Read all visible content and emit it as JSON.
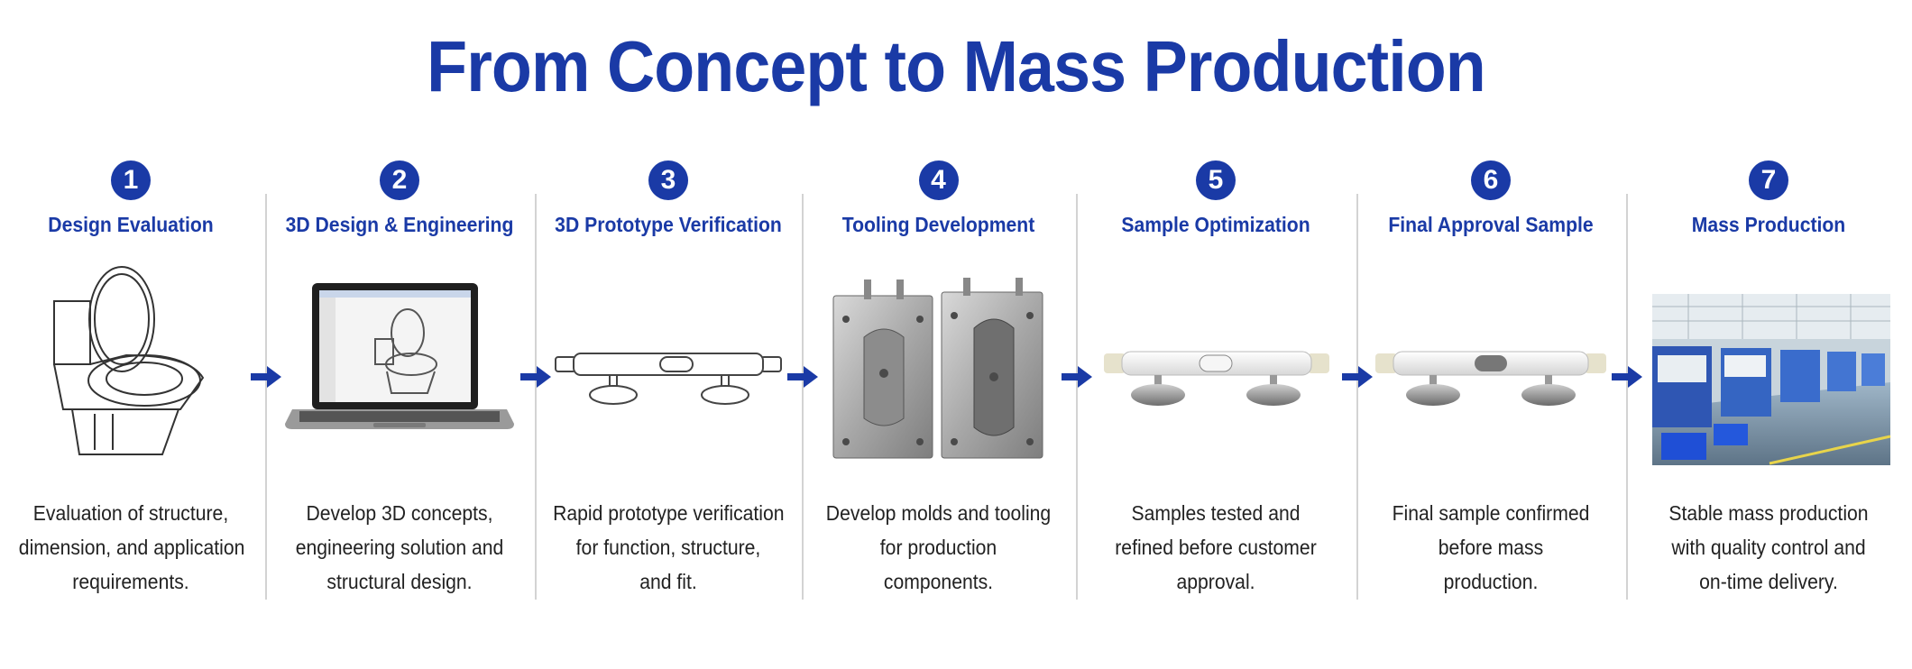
{
  "title": "From Concept to Mass Production",
  "colors": {
    "accent": "#1a3aa6",
    "divider": "#d3d3d3",
    "text": "#222222"
  },
  "steps": [
    {
      "number": "1",
      "label": "Design Evaluation",
      "icon": "toilet-sketch-icon",
      "description": [
        "Evaluation of structure,",
        "dimension, and application",
        "requirements."
      ]
    },
    {
      "number": "2",
      "label": "3D Design & Engineering",
      "icon": "laptop-cad-icon",
      "description": [
        "Develop 3D concepts,",
        "engineering solution and",
        "structural design."
      ]
    },
    {
      "number": "3",
      "label": "3D Prototype Verification",
      "icon": "prototype-bar-icon",
      "description": [
        "Rapid prototype verification",
        "for function, structure,",
        "and fit."
      ]
    },
    {
      "number": "4",
      "label": "Tooling Development",
      "icon": "mold-tooling-icon",
      "description": [
        "Develop molds and tooling",
        "for production",
        "components."
      ]
    },
    {
      "number": "5",
      "label": "Sample Optimization",
      "icon": "sample-bar-icon",
      "description": [
        "Samples tested and",
        "refined before customer",
        "approval."
      ]
    },
    {
      "number": "6",
      "label": "Final Approval Sample",
      "icon": "approval-bar-icon",
      "description": [
        "Final sample confirmed",
        "before mass",
        "production."
      ]
    },
    {
      "number": "7",
      "label": "Mass Production",
      "icon": "factory-floor-icon",
      "description": [
        "Stable mass production",
        "with quality control and",
        "on-time delivery."
      ]
    }
  ]
}
